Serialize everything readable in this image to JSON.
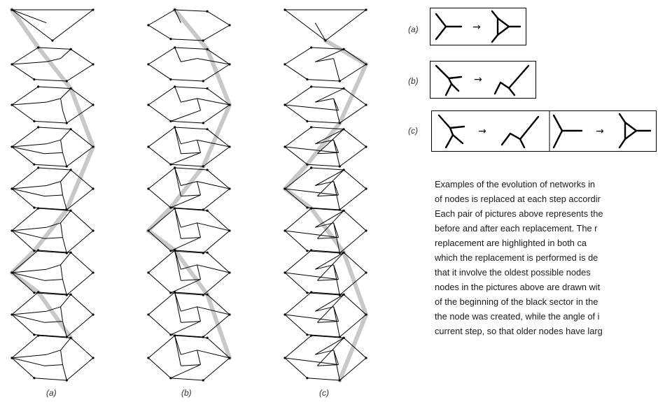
{
  "columns": {
    "a": {
      "label": "(a)"
    },
    "b": {
      "label": "(b)"
    },
    "c": {
      "label": "(c)"
    }
  },
  "rules": {
    "a": {
      "label": "(a)",
      "arrow": "→"
    },
    "b": {
      "label": "(b)",
      "arrow": "→"
    },
    "c": {
      "label": "(c)",
      "arrow_1": "→",
      "arrow_2": "→"
    }
  },
  "caption": {
    "lines": [
      "Examples of the evolution of networks in",
      "of nodes is replaced at each step accordir",
      "Each pair of pictures above represents the",
      "before and after each replacement. The r",
      "replacement are highlighted in both ca",
      "which the replacement is performed is de",
      "that it involve the oldest possible nodes",
      "nodes in the pictures above are drawn wit",
      "of the beginning of the black sector in the",
      "the node was created, while the angle of i",
      "current step, so that older nodes have larg"
    ]
  },
  "colors": {
    "edge": "#000000",
    "highlight": "#c8c8c8",
    "node_sector": "#000000"
  },
  "icons": {
    "rule_arrow": "right-arrow-icon"
  }
}
